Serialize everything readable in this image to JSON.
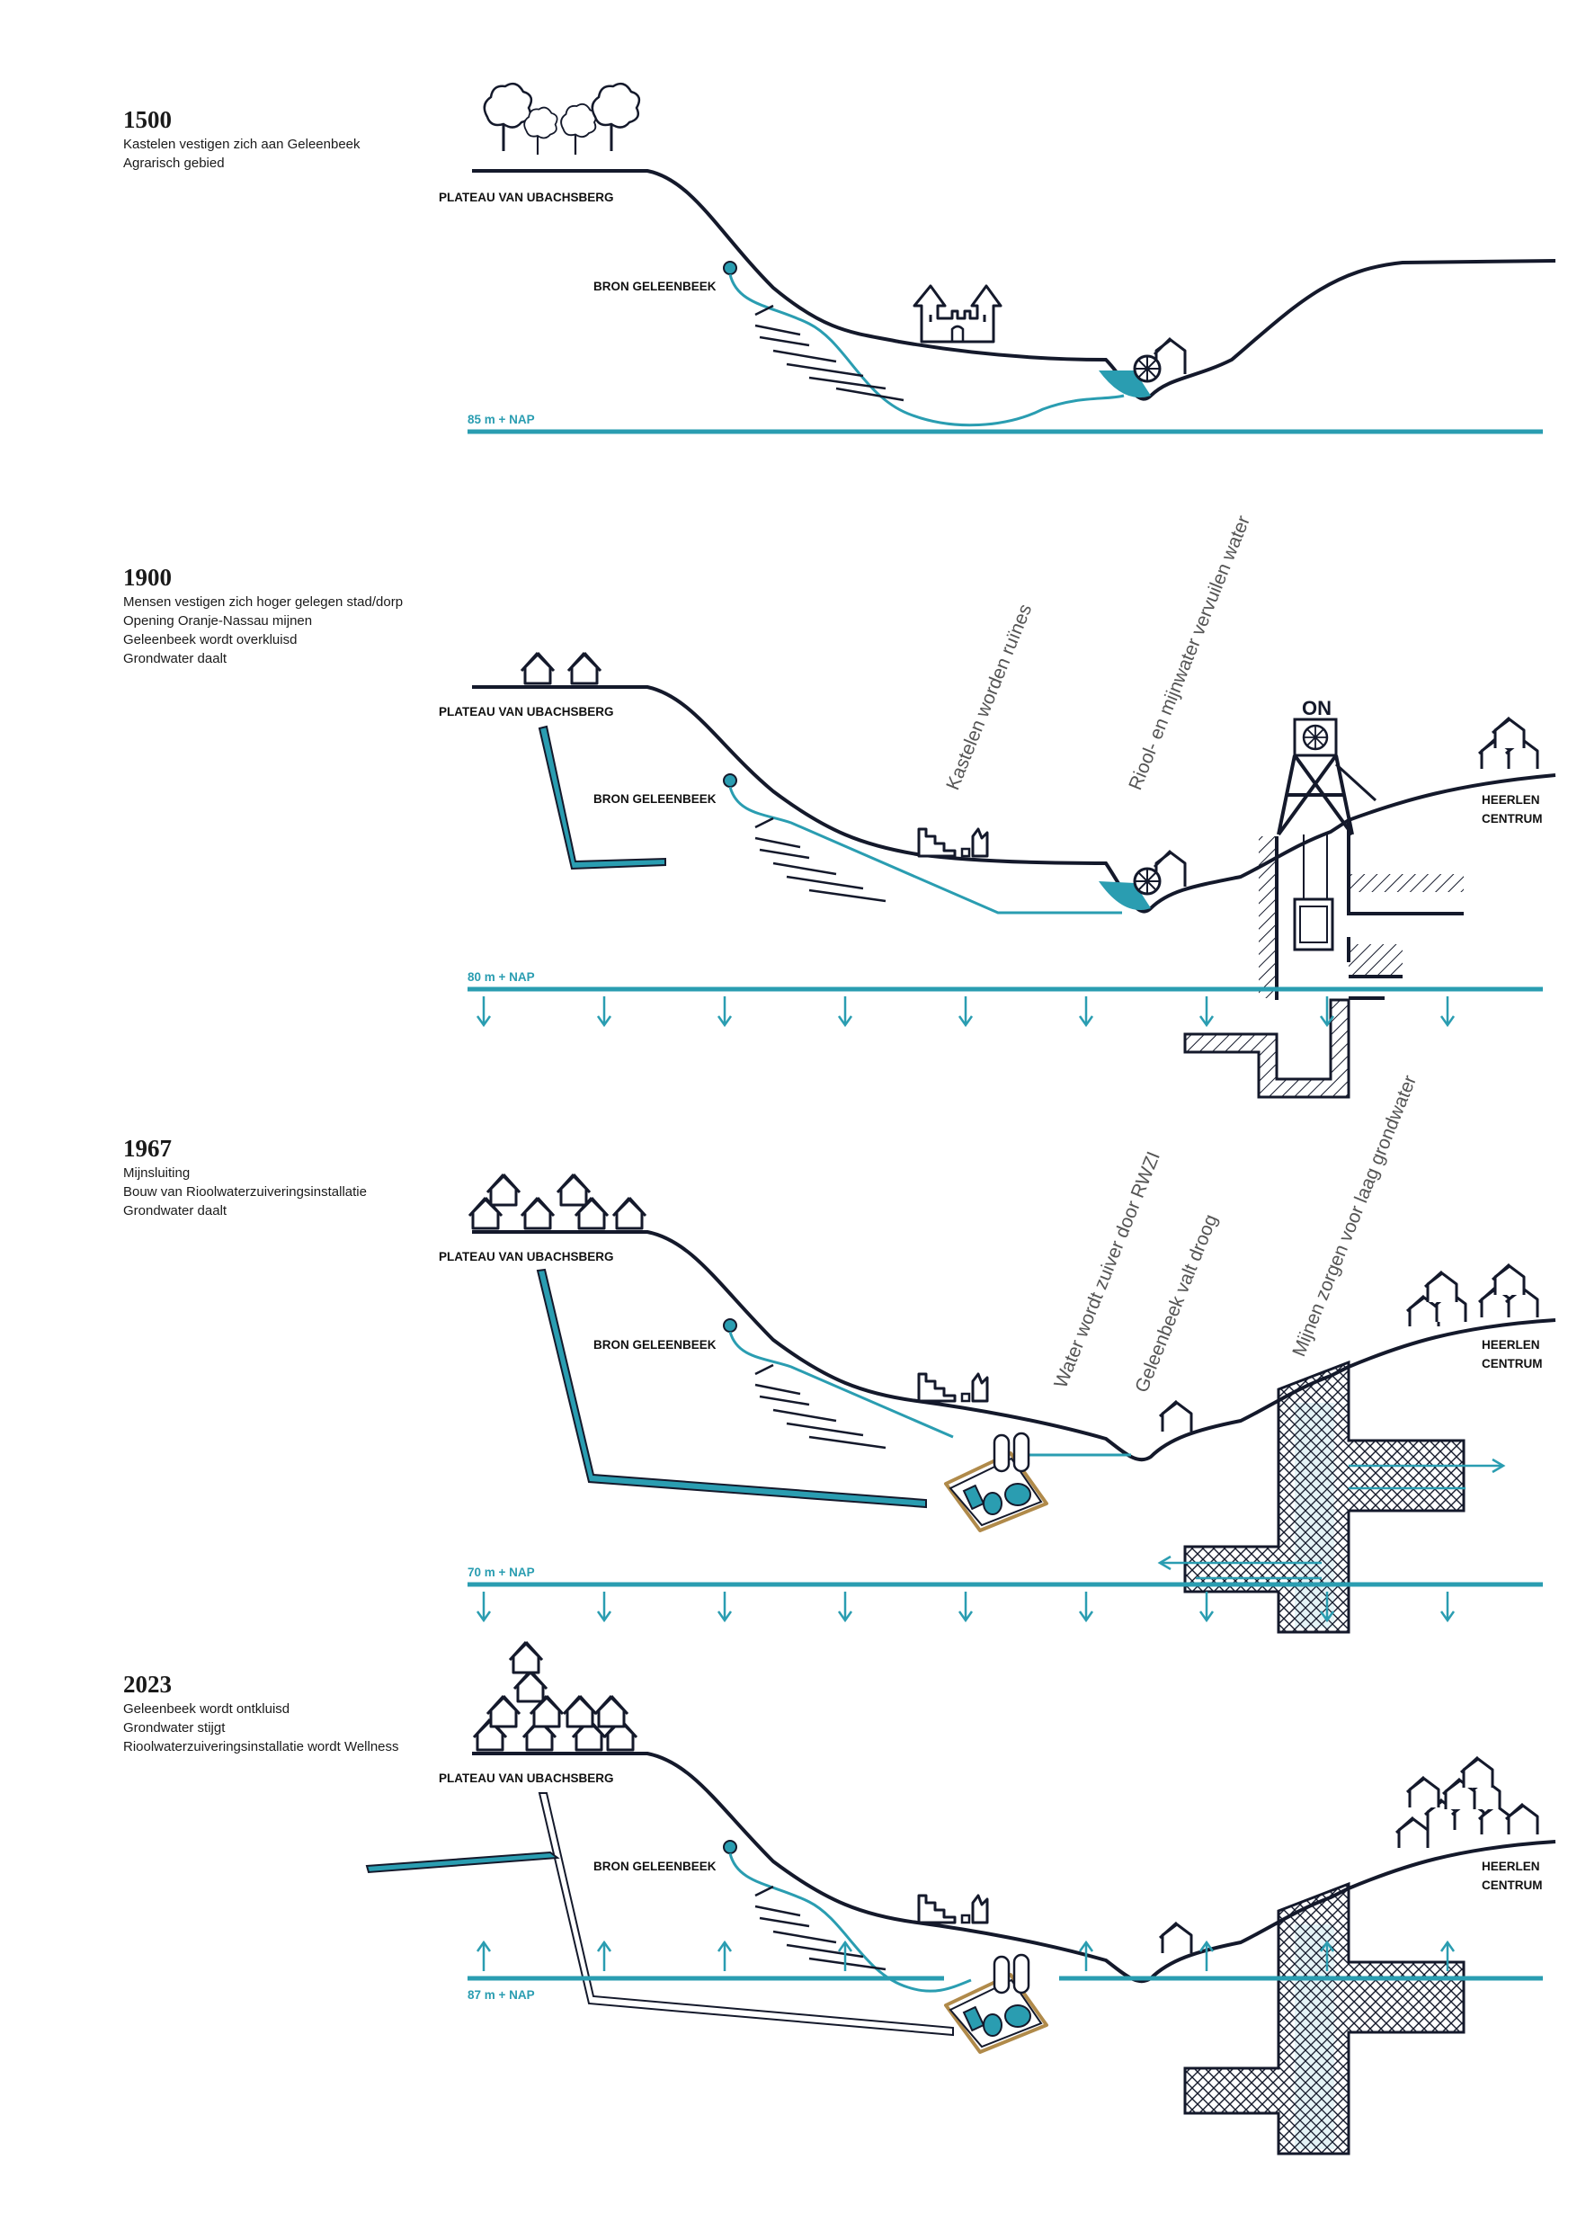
{
  "eras": [
    {
      "year": "1500",
      "lines": [
        "Kastelen vestigen zich aan Geleenbeek",
        "Agrarisch gebied"
      ],
      "labels": {
        "plateau": "PLATEAU VAN UBACHSBERG",
        "bron": "BRON GELEENBEEK",
        "heerlen_1": "",
        "heerlen_2": ""
      },
      "nap": "85 m + NAP",
      "groundwater": "stable",
      "annotations": []
    },
    {
      "year": "1900",
      "lines": [
        "Mensen vestigen zich hoger gelegen stad/dorp",
        "Opening Oranje-Nassau mijnen",
        "Geleenbeek wordt overkluisd",
        "Grondwater daalt"
      ],
      "labels": {
        "plateau": "PLATEAU VAN UBACHSBERG",
        "bron": "BRON GELEENBEEK",
        "heerlen_1": "HEERLEN",
        "heerlen_2": "CENTRUM"
      },
      "nap": "80 m + NAP",
      "groundwater": "falling",
      "annotations": [
        "Kastelen worden ruïnes",
        "Riool- en mijnwater vervuilen water"
      ],
      "mine_sign": "ON"
    },
    {
      "year": "1967",
      "lines": [
        "Mijnsluiting",
        "Bouw van Rioolwaterzuiveringsinstallatie",
        "Grondwater daalt"
      ],
      "labels": {
        "plateau": "PLATEAU VAN UBACHSBERG",
        "bron": "BRON GELEENBEEK",
        "heerlen_1": "HEERLEN",
        "heerlen_2": "CENTRUM"
      },
      "nap": "70 m + NAP",
      "groundwater": "falling",
      "annotations": [
        "Water wordt zuiver door RWZI",
        "Geleenbeek valt droog",
        "Mijnen zorgen voor laag grondwater"
      ]
    },
    {
      "year": "2023",
      "lines": [
        "Geleenbeek wordt ontkluisd",
        "Grondwater stijgt",
        "Rioolwaterzuiveringsinstallatie wordt Wellness"
      ],
      "labels": {
        "plateau": "PLATEAU VAN UBACHSBERG",
        "bron": "BRON GELEENBEEK",
        "heerlen_1": "HEERLEN",
        "heerlen_2": "CENTRUM"
      },
      "nap": "87 m + NAP",
      "groundwater": "rising",
      "annotations": []
    }
  ],
  "colors": {
    "water": "#2a9db1",
    "ink": "#14192b",
    "plant_border": "#b08a4a"
  },
  "icons": [
    "tree-icon",
    "castle-icon",
    "watermill-icon",
    "house-icon",
    "mine-headframe-icon",
    "treatment-plant-icon",
    "arrow-down-icon",
    "arrow-up-icon"
  ]
}
